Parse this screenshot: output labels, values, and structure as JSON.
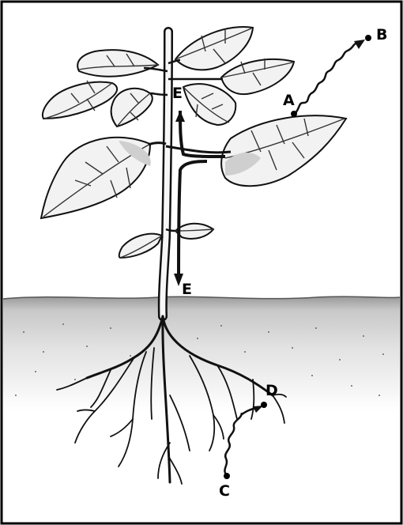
{
  "labels": {
    "a": "A",
    "b": "B",
    "c": "C",
    "d": "D",
    "e_top": "E",
    "e_bottom": "E"
  },
  "colors": {
    "outline": "#000000",
    "soil_light": "#e6e6e6",
    "soil_dark": "#bdbdbd",
    "leaf_fill": "#f2f2f2"
  }
}
